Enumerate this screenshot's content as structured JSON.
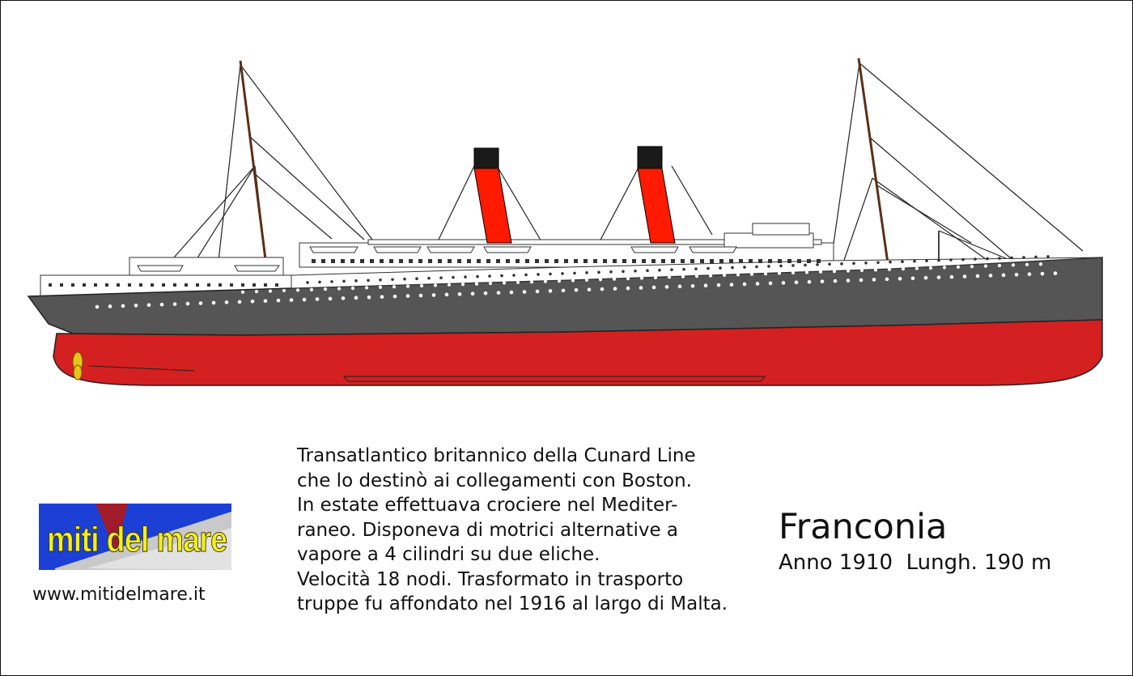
{
  "ship": {
    "name": "Franconia",
    "specs": "Anno 1910  Lungh. 190 m"
  },
  "description": {
    "lines": [
      "Transatlantico britannico della Cunard Line",
      "che lo destinò ai collegamenti con Boston.",
      "In estate effettuava crociere nel Mediter-",
      "raneo. Disponeva di motrici alternative a",
      "vapore a 4 cilindri su due eliche.",
      "Velocità 18 nodi. Trasformato in trasporto",
      "truppe fu affondato nel 1916 al largo di Malta."
    ]
  },
  "logo": {
    "text": "miti del mare"
  },
  "website": "www.mitidelmare.it",
  "colors": {
    "hull_lower": "#d42020",
    "hull_upper": "#555555",
    "funnel": "#ff1a00",
    "funnel_top": "#1a1a1a",
    "superstructure": "#ffffff",
    "logo_bg": "#1c3fd6",
    "logo_text": "#f2ef1e"
  }
}
